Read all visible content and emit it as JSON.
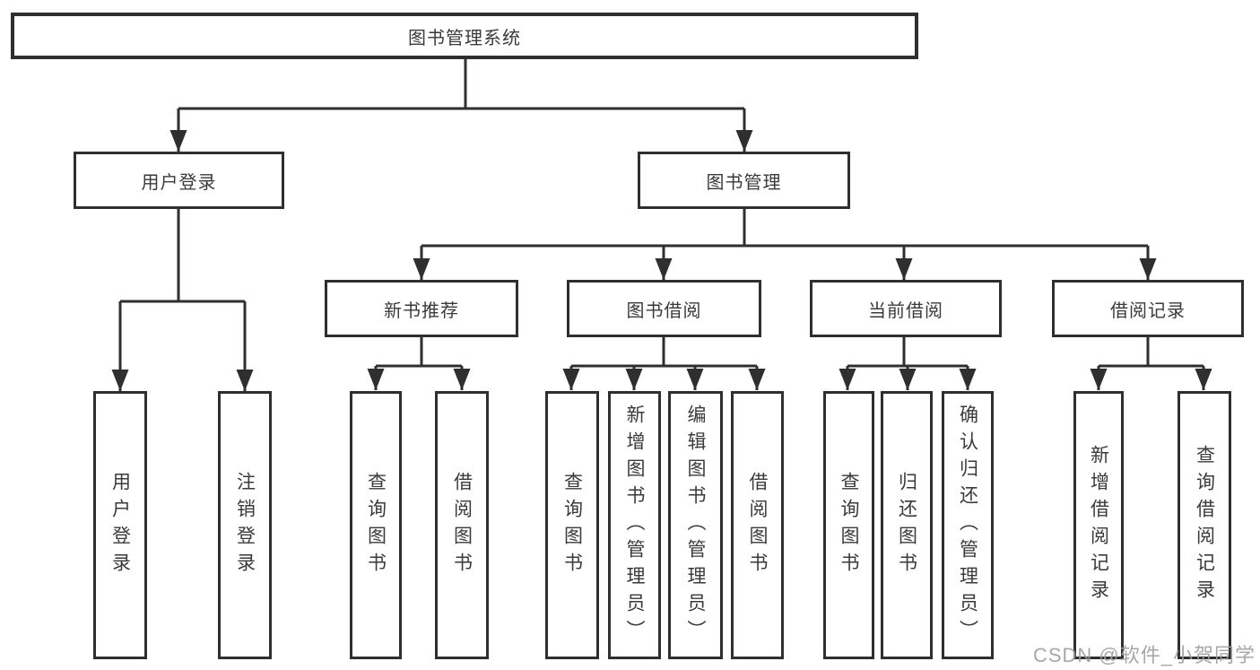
{
  "colors": {
    "line": "#2f2f2f",
    "box_border": "#2f2f2f",
    "box_background": "#ffffff",
    "text": "#3a3a3a",
    "watermark": "#9e9e9e"
  },
  "watermark": {
    "text": "CSDN @软件_小贺同学"
  },
  "tree": {
    "root": {
      "label": "图书管理系统"
    },
    "branches": [
      {
        "label": "用户登录",
        "leaves": [
          {
            "label": "用户登录"
          },
          {
            "label": "注销登录"
          }
        ]
      },
      {
        "label": "图书管理",
        "children": [
          {
            "label": "新书推荐",
            "leaves": [
              {
                "label": "查询图书"
              },
              {
                "label": "借阅图书"
              }
            ]
          },
          {
            "label": "图书借阅",
            "leaves": [
              {
                "label": "查询图书"
              },
              {
                "label": "新增图书（管理员）"
              },
              {
                "label": "编辑图书（管理员）"
              },
              {
                "label": "借阅图书"
              }
            ]
          },
          {
            "label": "当前借阅",
            "leaves": [
              {
                "label": "查询图书"
              },
              {
                "label": "归还图书"
              },
              {
                "label": "确认归还（管理员）"
              }
            ]
          },
          {
            "label": "借阅记录",
            "leaves": [
              {
                "label": "新增借阅记录"
              },
              {
                "label": "查询借阅记录"
              }
            ]
          }
        ]
      }
    ]
  }
}
